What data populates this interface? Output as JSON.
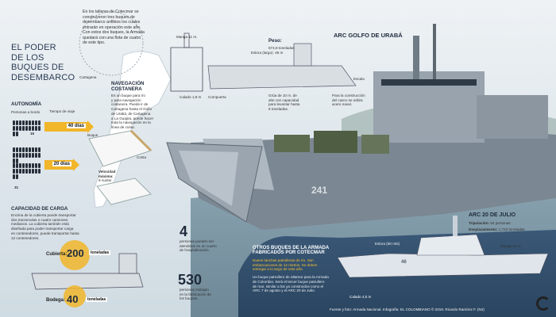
{
  "header": {
    "title_lines": [
      "EL PODER",
      "DE LOS",
      "BUQUES DE",
      "DESEMBARCO"
    ]
  },
  "intro": {
    "text_lines": [
      "En los talleres de Cotecmar se",
      "construyeron tres buques de",
      "desembarco anfibios los cuales",
      "entrarán en operación este año.",
      "Con estos dos buques, la Armada",
      "quedará con una flota de cuatro",
      "de este tipo."
    ]
  },
  "map": {
    "cartagena_label": "Cartagena"
  },
  "ship_specs": {
    "manga_label": "Manga 11 m.",
    "calado_label": "Calado 1,9 m",
    "peso_label": "Peso:",
    "peso_value": "574,8 toneladas",
    "eslora_label": "Eslora (largo): 49 m",
    "escala_label": "Escala",
    "compuerta_label": "Compuerta",
    "grua_lines": [
      "Grúa de 10 m. de",
      "alto con capacidad",
      "para levantar hasta",
      "6 toneladas."
    ],
    "casco_lines": [
      "Para la construcción",
      "del casco se utiliza",
      "acero naval."
    ],
    "hull_number": "241",
    "ship_name": "ARC GOLFO DE URABÁ"
  },
  "navegacion": {
    "title_lines": [
      "NAVEGACIÓN",
      "COSTANERA"
    ],
    "text_lines": [
      "Es un buque para río",
      "y para navegación",
      "costanera. Puede ir de",
      "Cartagena hasta el Golfo",
      "de Urabá, de Cartagena",
      "a La Guajira, puede hacer",
      "toda la navegación en la",
      "línea de costa."
    ],
    "buque_label": "Buque",
    "costa_label": "Costa",
    "velocidad_lines": [
      "Velocidad",
      "máxima:",
      "9 nudos"
    ]
  },
  "autonomia": {
    "title": "AUTONOMÍA",
    "personas_label": "Personas a bordo",
    "tiempo_label": "Tiempo de viaje",
    "rows": [
      {
        "people": "15",
        "days": "40 días"
      },
      {
        "people": "",
        "days": "20 días"
      },
      {
        "people": "31",
        "days": ""
      }
    ]
  },
  "carga": {
    "title": "CAPACIDAD DE CARGA",
    "text_lines": [
      "Encima de la cubierta puede transportar",
      "dos tractomulas o cuatro camiones",
      "medianos. La cubierta también está",
      "diseñada para poder transportar carga",
      "en contenedores, puede transportar hasta",
      "12 contenedores."
    ],
    "cubierta_label": "Cubierta:",
    "cubierta_value": "200",
    "cubierta_unit": "toneladas",
    "bodega_label": "Bodega:",
    "bodega_value": "40",
    "bodega_unit": "toneladas"
  },
  "stats": {
    "people_number": "4",
    "people_lines": [
      "personas pueden ser",
      "atendidas en un cuarto",
      "de hospitalización."
    ],
    "workers_number": "530",
    "workers_lines": [
      "personas trabajan",
      "en la fabricación de",
      "los buques."
    ]
  },
  "otros": {
    "title_lines": [
      "OTROS BUQUES DE LA ARMADA",
      "FABRICADOS POR COTECMAR"
    ],
    "p1_lines": [
      "Nueve lanchas patrulleras de río. Son",
      "embarcaciones de 12 metros. Se deben",
      "entregar a lo largo de este año."
    ],
    "p2_lines": [
      "Un buque patrullero de altamar para la Armada",
      "de Colombia. Será el tercer buque patrullero",
      "de mar, similar a los ya construidos como el",
      "ARC 7 de agosto y el ARC 20 de Julio."
    ]
  },
  "arc20": {
    "title": "ARC 20 DE JULIO",
    "tripulacion_label": "Tripulación:",
    "tripulacion_value": "54 personas",
    "desplazamiento_label": "Desplazamiento:",
    "desplazamiento_value": "1.723 toneladas",
    "eslora_label": "Eslora (80 mts)",
    "calado_label": "Calado 4,5 m",
    "manga_label": "Manga 13 m",
    "hull_number": "46"
  },
  "footer": {
    "source": "Fuente y foto: Armada Nacional. Infografía: EL COLOMBIANO © 2016. Ricardo Ramírez F. (N2)"
  },
  "colors": {
    "accent": "#f1b62a",
    "navy": "#1f2b3d",
    "bottom_panel": "#2f4a66"
  }
}
